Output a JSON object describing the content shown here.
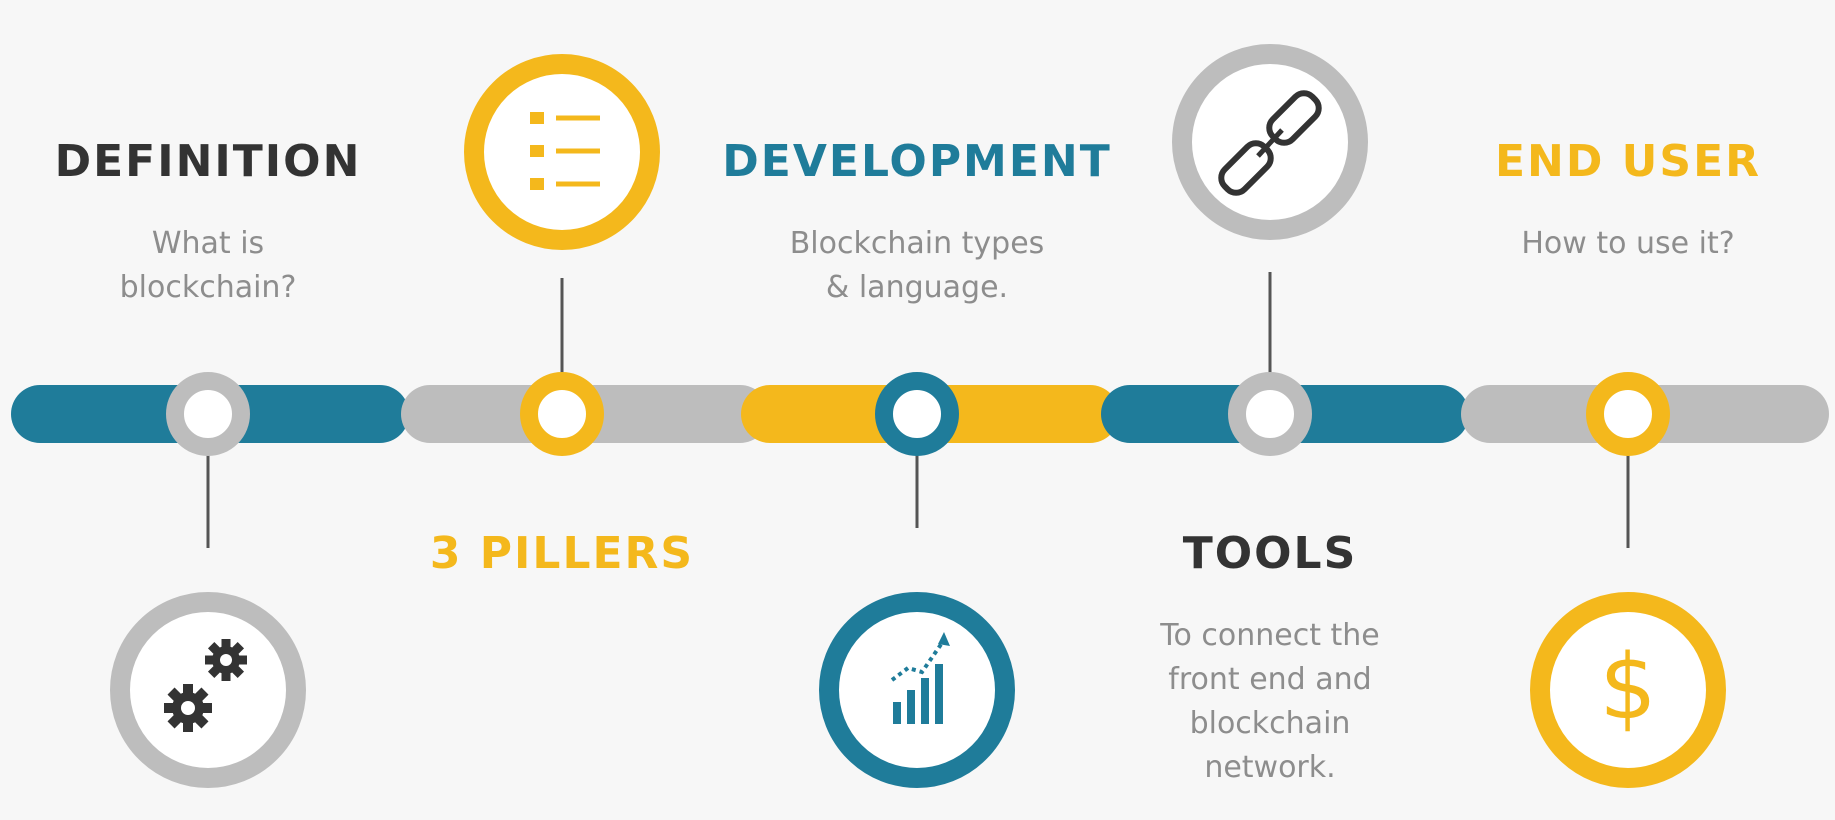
{
  "colors": {
    "teal": "#1f7c9a",
    "yellow": "#f4b81c",
    "gray": "#bdbdbd",
    "dark_text": "#333333",
    "sub_text": "#8d8d8d"
  },
  "steps": [
    {
      "title": "DEFINITION",
      "subtitle_lines": [
        "What is",
        "blockchain?"
      ],
      "icon": "gears-icon",
      "accent": "gray"
    },
    {
      "title": "3 PILLERS",
      "subtitle_lines": [],
      "icon": "list-icon",
      "accent": "yellow"
    },
    {
      "title": "DEVELOPMENT",
      "subtitle_lines": [
        "Blockchain types",
        "& language."
      ],
      "icon": "bar-chart-icon",
      "accent": "teal"
    },
    {
      "title": "TOOLS",
      "subtitle_lines": [
        "To connect the",
        "front end and",
        "blockchain",
        "network."
      ],
      "icon": "link-icon",
      "accent": "gray"
    },
    {
      "title": "END USER",
      "subtitle_lines": [
        "How to use it?"
      ],
      "icon": "dollar-icon",
      "accent": "yellow"
    }
  ]
}
